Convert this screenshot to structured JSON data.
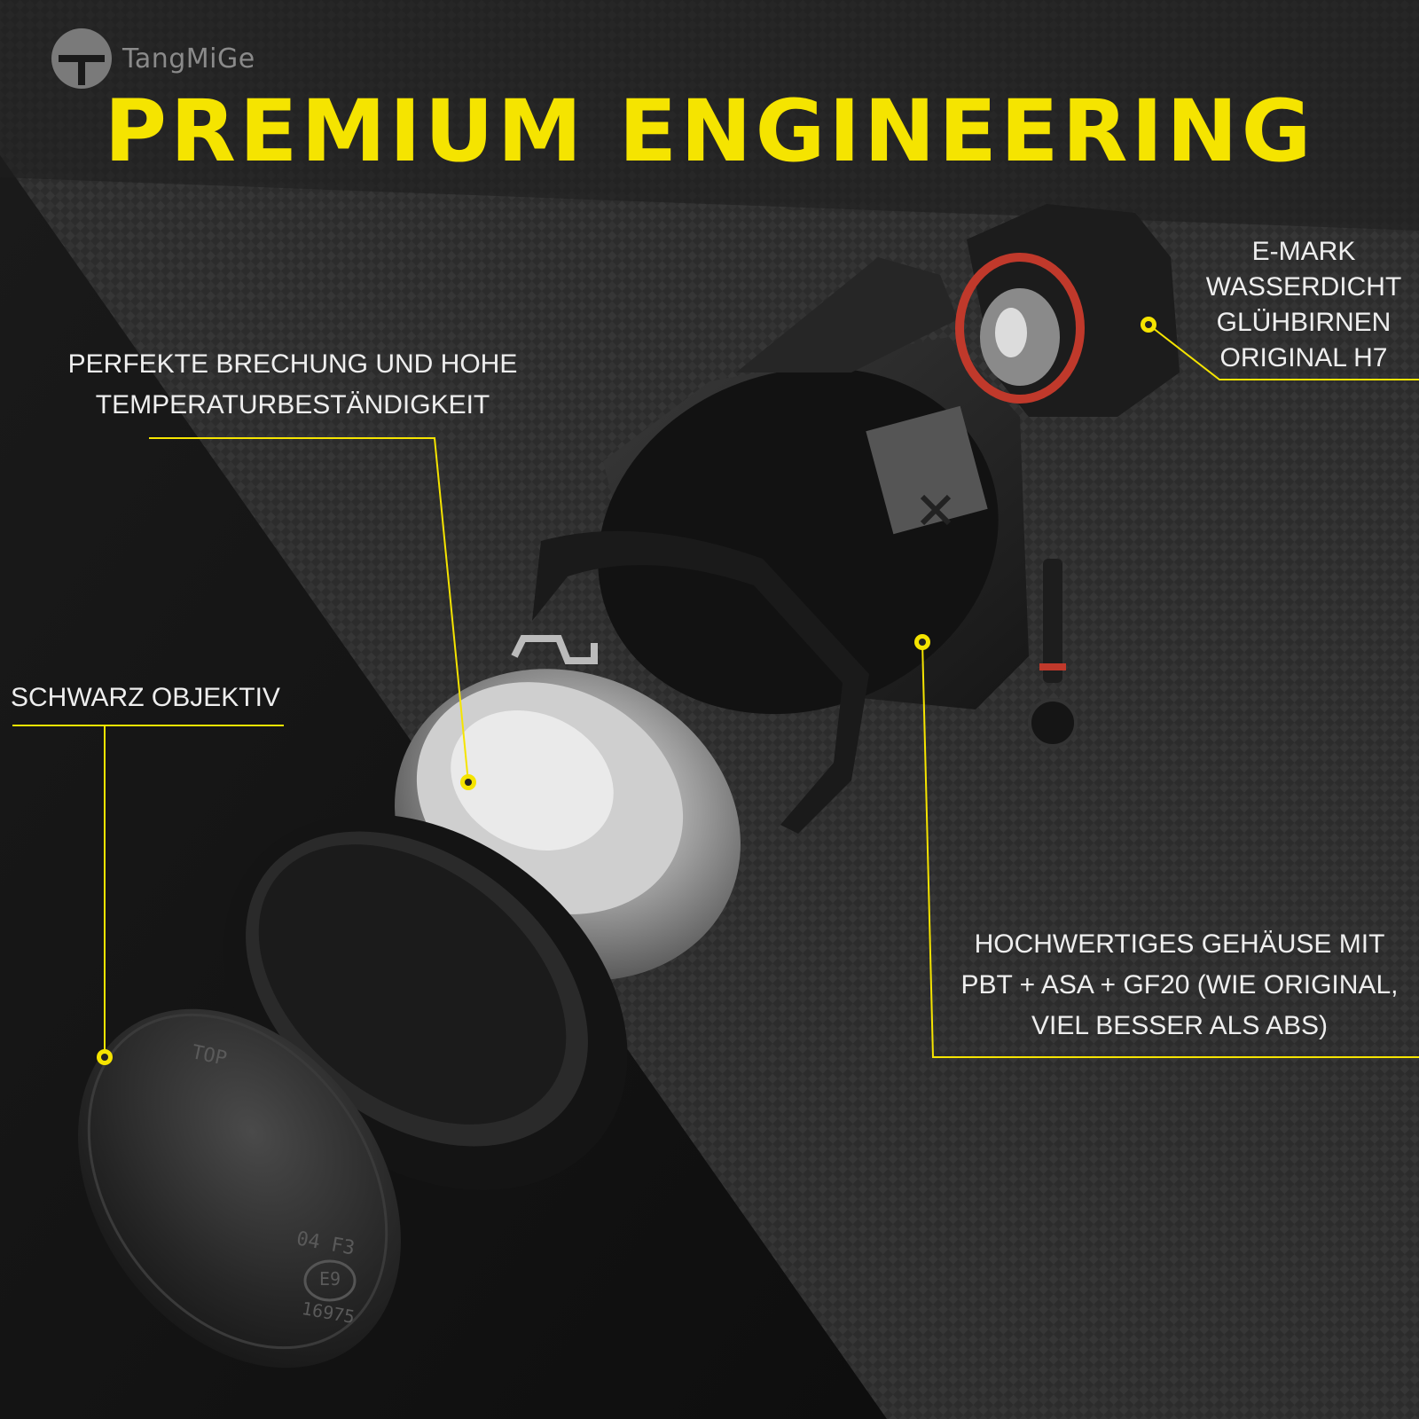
{
  "brand": {
    "name": "TangMiGe"
  },
  "headline": "PREMIUM ENGINEERING",
  "colors": {
    "accent": "#f5e400",
    "text": "#eeeeee",
    "background": "#111111"
  },
  "callouts": {
    "bulb": {
      "lines": [
        "E-MARK",
        "WASSERDICHT",
        "GLÜHBIRNEN",
        "ORIGINAL H7"
      ]
    },
    "reflector": {
      "lines": [
        "PERFEKTE BRECHUNG UND HOHE",
        "TEMPERATURBESTÄNDIGKEIT"
      ]
    },
    "lens": {
      "lines": [
        "SCHWARZ OBJEKTIV"
      ]
    },
    "housing": {
      "lines": [
        "HOCHWERTIGES GEHÄUSE MIT",
        "PBT + ASA + GF20 (WIE ORIGINAL,",
        "VIEL BESSER ALS ABS)"
      ]
    }
  },
  "lens_markings": {
    "top": "TOP",
    "code": "04 F3",
    "emark": "E9",
    "number": "16975"
  }
}
